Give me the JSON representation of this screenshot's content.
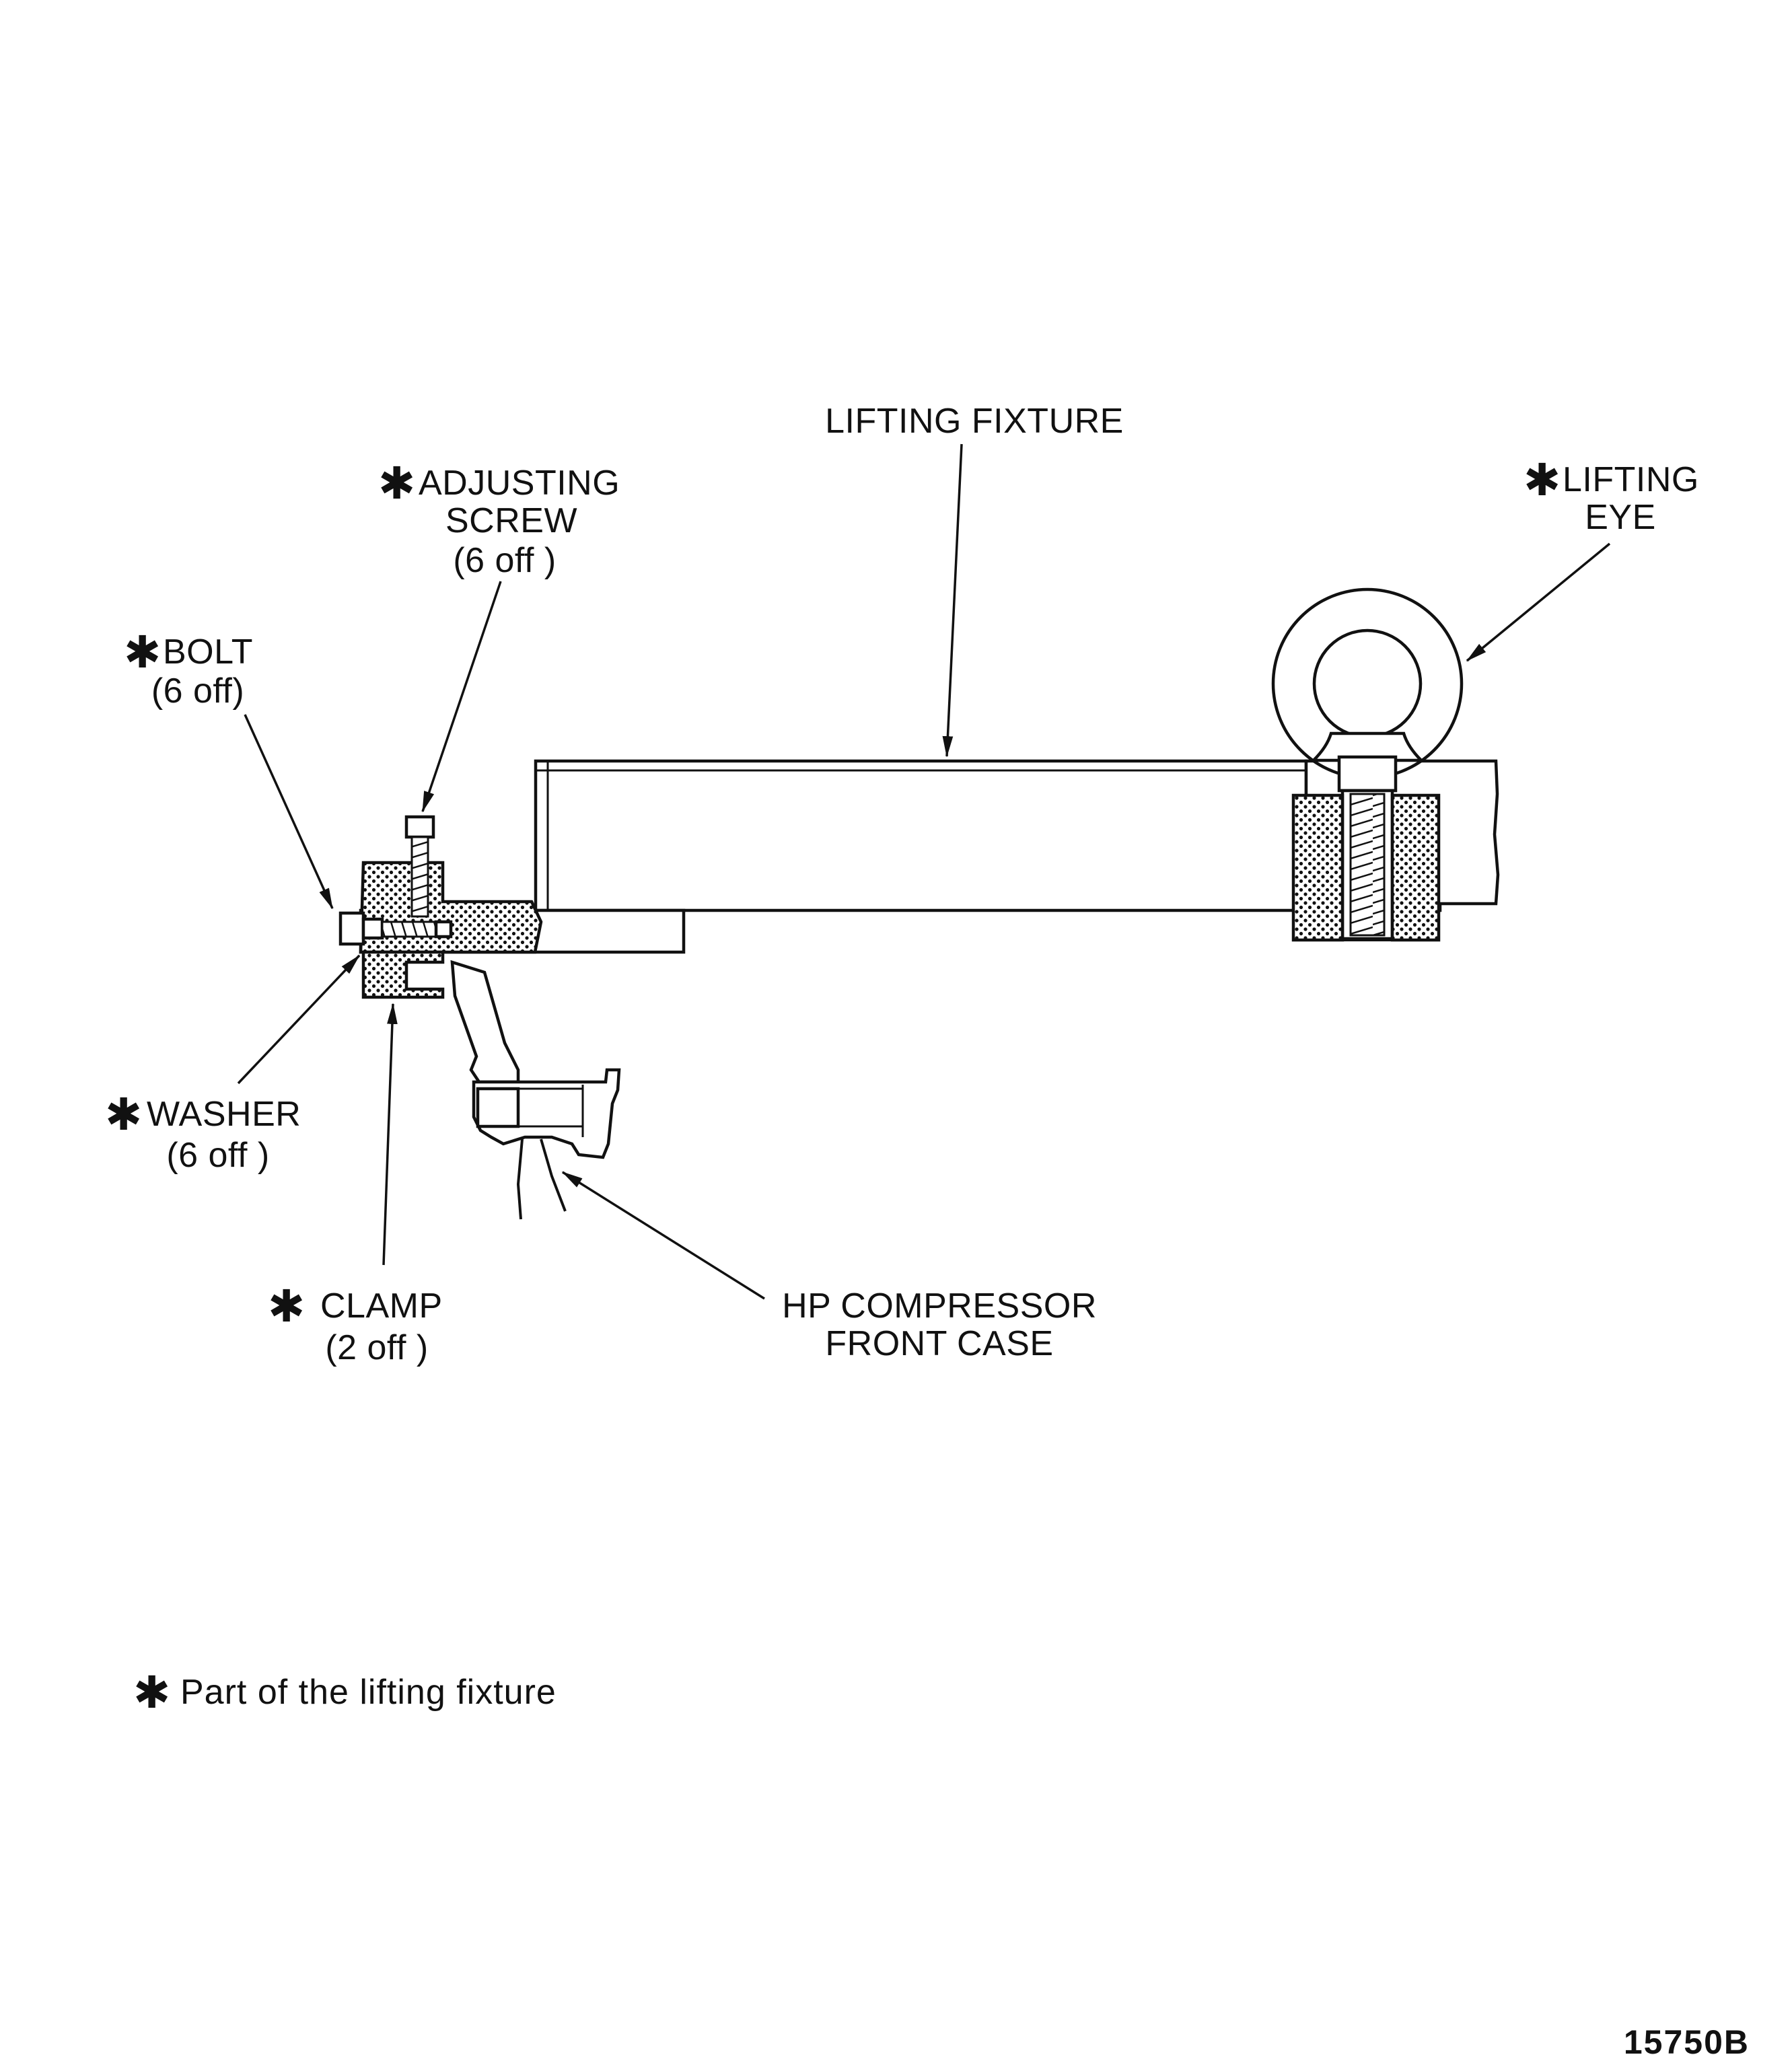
{
  "labels": {
    "lifting_fixture": "LIFTING FIXTURE",
    "lifting_eye": [
      "LIFTING",
      "EYE"
    ],
    "adjusting_screw": [
      "ADJUSTING",
      "SCREW",
      "(6 off )"
    ],
    "bolt": [
      "BOLT",
      "(6 off)"
    ],
    "washer": [
      "WASHER",
      "(6 off )"
    ],
    "clamp": [
      "CLAMP",
      "(2 off )"
    ],
    "hp_compressor_front_case": [
      "HP COMPRESSOR",
      "FRONT CASE"
    ]
  },
  "asterisk": "✱",
  "footnote": "Part of the lifting fixture",
  "figure_number": "15750B"
}
